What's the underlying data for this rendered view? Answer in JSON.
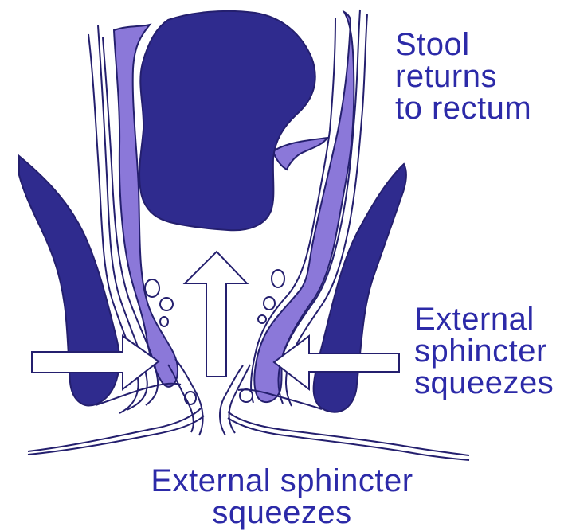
{
  "labels": {
    "stool_returns": [
      "Stool",
      "returns",
      "to rectum"
    ],
    "external_sphincter_right": [
      "External",
      "sphincter",
      "squeezes"
    ],
    "external_sphincter_bottom": [
      "External sphincter",
      "squeezes"
    ]
  },
  "colors": {
    "dark_fill": "#2f2b8e",
    "light_fill": "#8b78d9",
    "outline": "#241f6e",
    "text": "#2c2aa8",
    "background": "#ffffff"
  },
  "icons": {
    "arrow_up": "arrow-up-icon",
    "arrow_left": "arrow-left-icon",
    "arrow_right": "arrow-right-icon"
  }
}
